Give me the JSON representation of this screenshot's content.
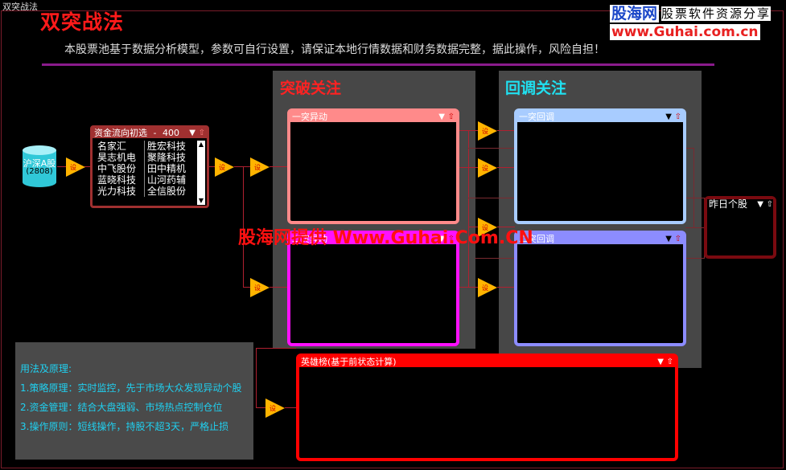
{
  "window_title": "双突战法",
  "title": "双突战法",
  "description": "本股票池基于数据分析模型，参数可自行设置，请保证本地行情数据和财务数据完整，据此操作，风险自担！",
  "logo": {
    "name": "股海网",
    "tagline": "股票软件资源分享",
    "url": "www.Guhai.com.cn"
  },
  "watermark": "股海网提供 Www.Guhai.Com.CN",
  "source": {
    "label": "沪深A股",
    "count": "(2808)"
  },
  "arrow_label": "设",
  "fund_panel": {
    "title": "资金流向初选",
    "count": "400",
    "col1": [
      "名家汇",
      "昊志机电",
      "中飞股份",
      "蓝晓科技",
      "光力科技"
    ],
    "col2": [
      "胜宏科技",
      "聚隆科技",
      "田中精机",
      "山河药辅",
      "全信股份"
    ]
  },
  "breakout_zone": {
    "title": "突破关注"
  },
  "pullback_zone": {
    "title": "回调关注"
  },
  "panels": {
    "first_breakout": "一突异动",
    "second_breakout": "二突异动",
    "first_pullback": "一突回调",
    "second_pullback": "二突回调",
    "yesterday": "昨日个股",
    "hero": "英雄榜(基于前状态计算)"
  },
  "help": {
    "title": "用法及原理:",
    "items": [
      "1.策略原理：实时监控，先于市场大众发现异动个股",
      "2.资金管理：结合大盘强弱、市场热点控制仓位",
      "3.操作原则：短线操作，持股不超3天，严格止损"
    ]
  },
  "colors": {
    "breakout1": "#ff8a8a",
    "breakout2": "#ff10ff",
    "pullback1": "#a8ccff",
    "pullback2": "#8c8cff",
    "yesterday": "#7a0a10",
    "hero": "#ff0000",
    "fund": "#a03030"
  }
}
